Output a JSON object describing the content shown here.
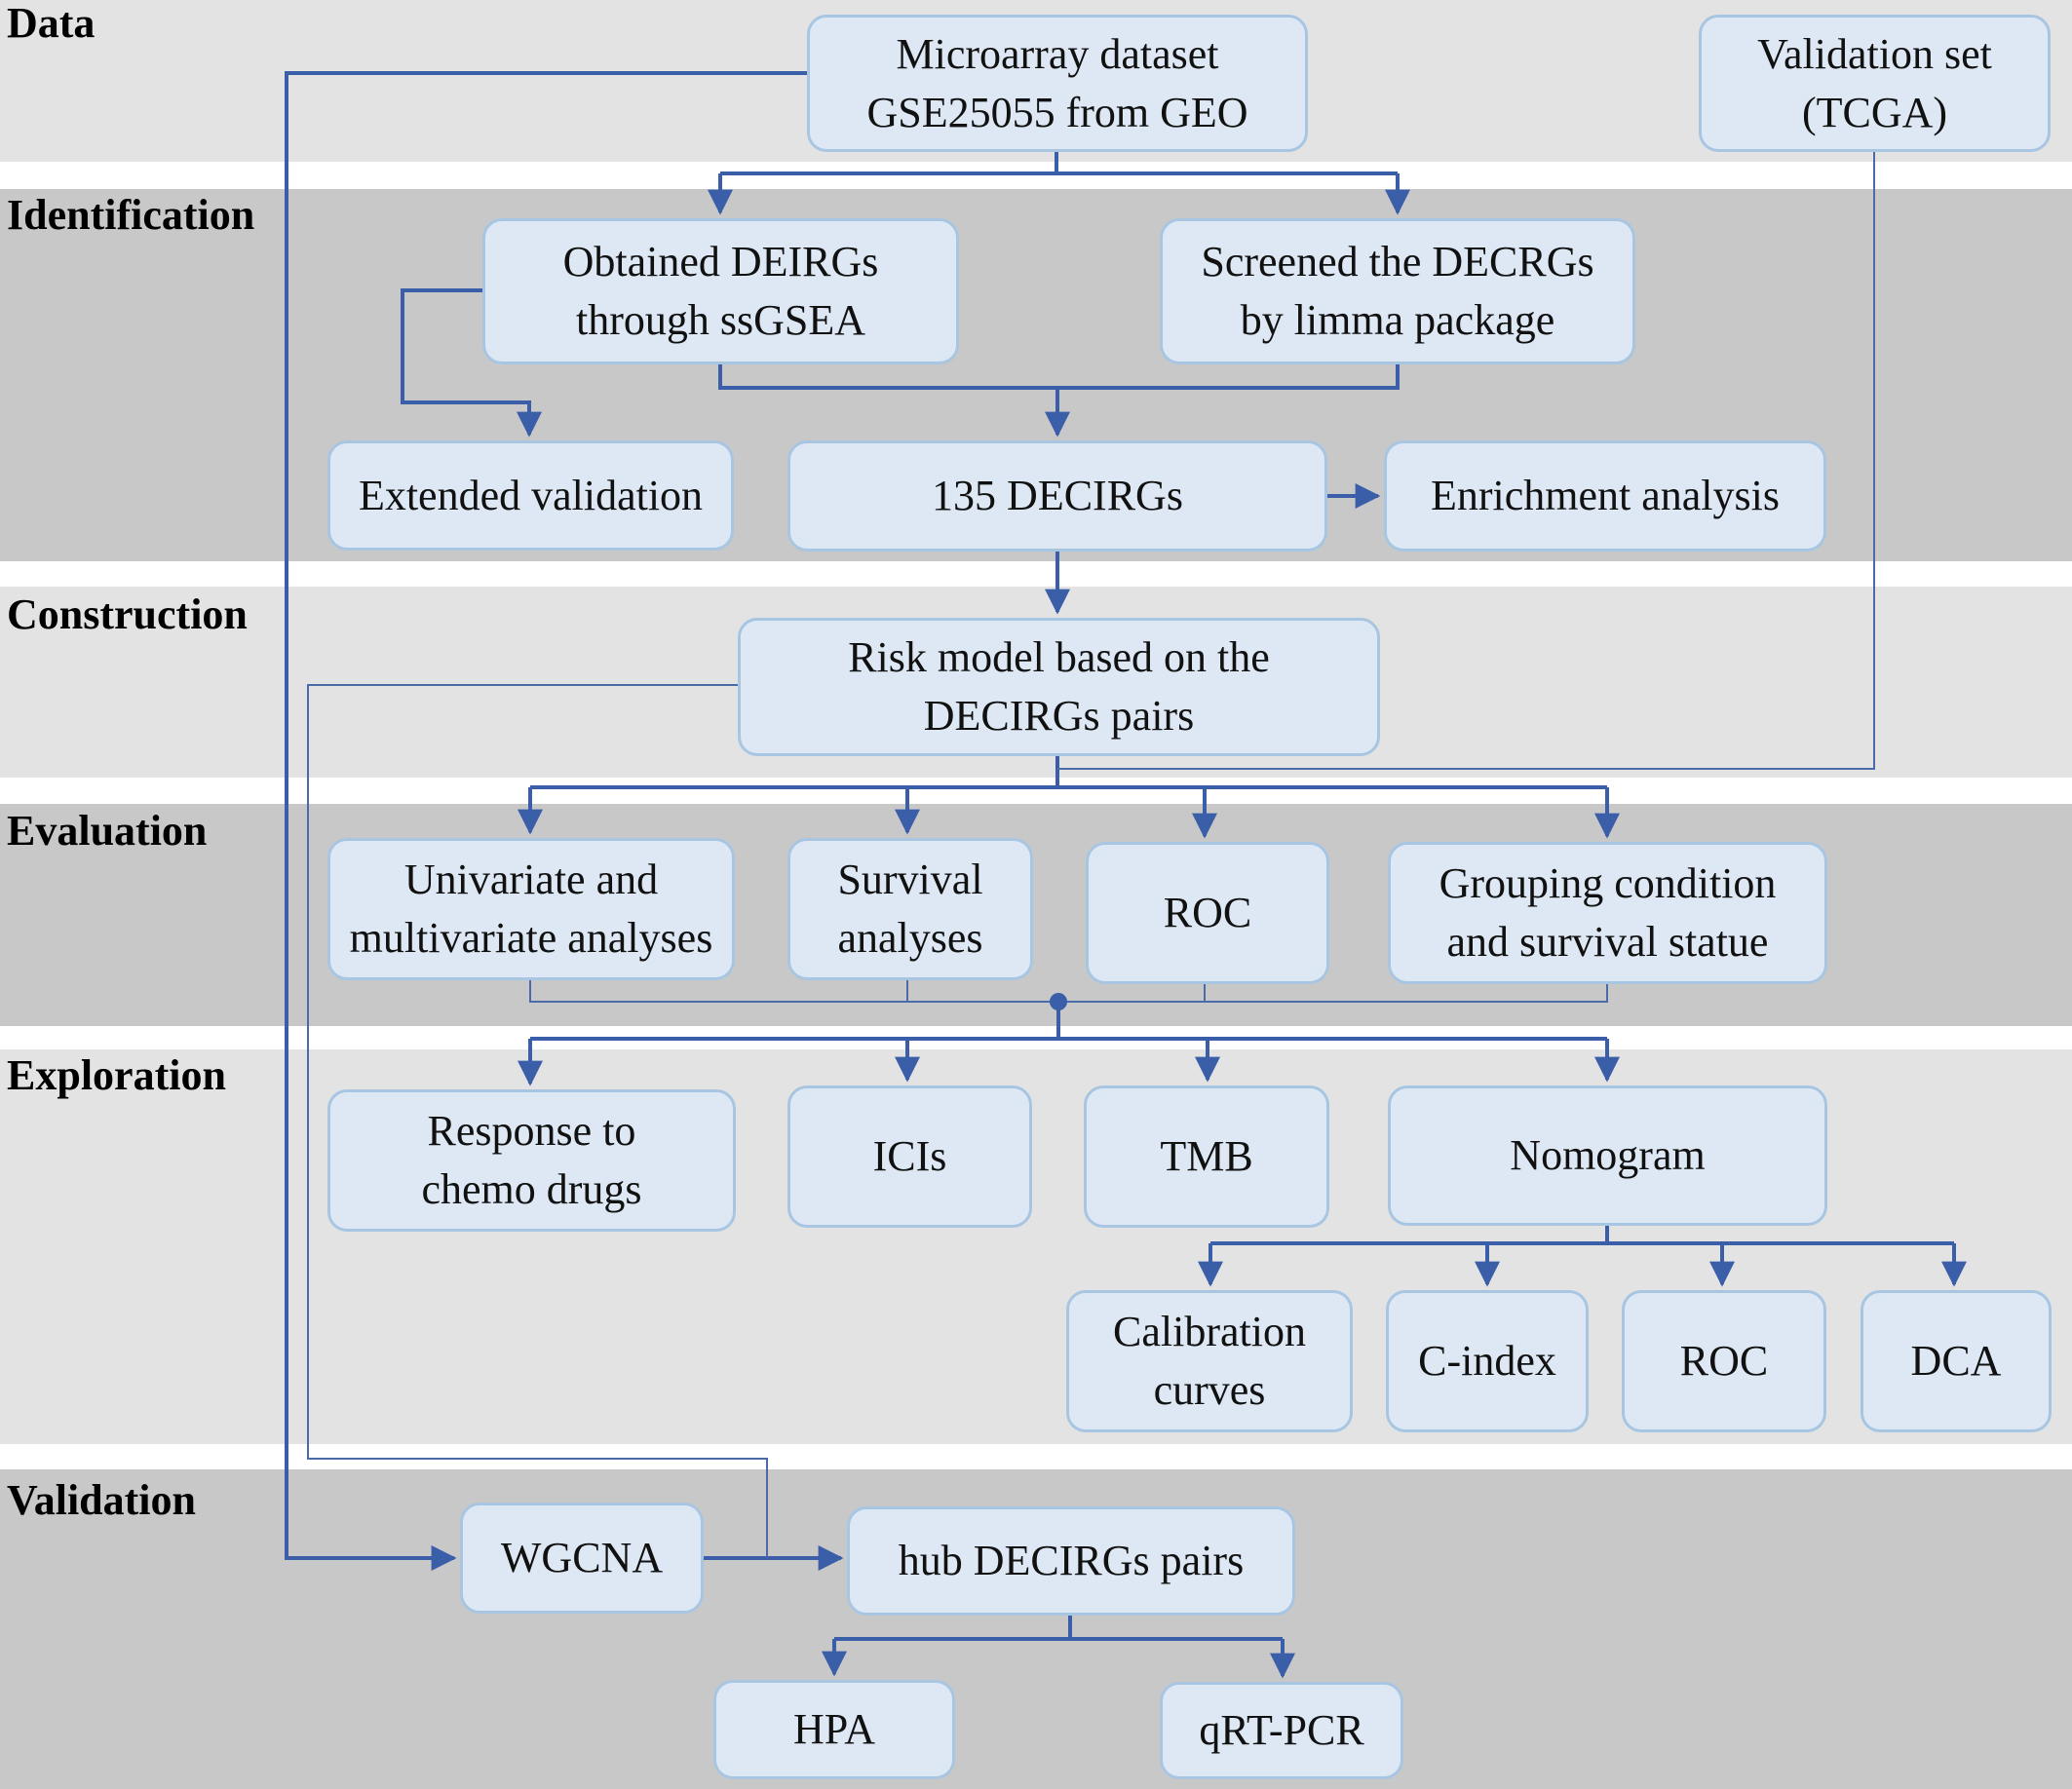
{
  "sections": {
    "data": "Data",
    "identification": "Identification",
    "construction": "Construction",
    "evaluation": "Evaluation",
    "exploration": "Exploration",
    "validation": "Validation"
  },
  "nodes": {
    "microarray": "Microarray dataset\nGSE25055 from GEO",
    "validation_set": "Validation set\n(TCGA)",
    "deirgs": "Obtained DEIRGs\nthrough ssGSEA",
    "decrgs": "Screened the DECRGs\nby limma package",
    "extended_validation": "Extended validation",
    "decirgs_135": "135 DECIRGs",
    "enrichment": "Enrichment analysis",
    "risk_model": "Risk model based on the\nDECIRGs pairs",
    "univariate": "Univariate and\nmultivariate analyses",
    "survival": "Survival\nanalyses",
    "roc_eval": "ROC",
    "grouping": "Grouping condition\nand survival statue",
    "chemo": "Response to\nchemo drugs",
    "icis": "ICIs",
    "tmb": "TMB",
    "nomogram": "Nomogram",
    "calibration": "Calibration\ncurves",
    "cindex": "C-index",
    "roc_nomo": "ROC",
    "dca": "DCA",
    "wgcna": "WGCNA",
    "hub_pairs": "hub DECIRGs pairs",
    "hpa": "HPA",
    "qrtpcr": "qRT-PCR"
  },
  "colors": {
    "thick_line": "#3a5ea8",
    "thin_line": "#4a6aaa",
    "box_fill": "#dde8f4",
    "box_border": "#a8c6e2",
    "band_light": "#e3e3e3",
    "band_dark": "#c8c8c8"
  }
}
